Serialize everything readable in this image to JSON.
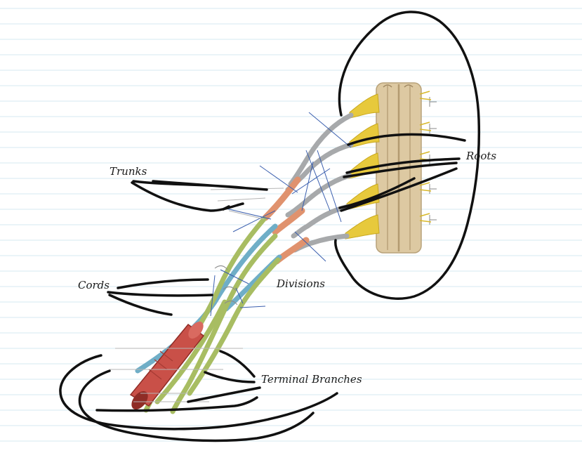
{
  "labels": {
    "roots": "Roots",
    "trunks": "Trunks",
    "divisions": "Divisions",
    "cords": "Cords",
    "terminal_branches": "Terminal Branches"
  },
  "colors": {
    "ruled_line": "#d6eaf2",
    "ink": "#111111",
    "spinal_cord": "#ddc9a2",
    "root_filaments": "#e7c93c",
    "roots": "#a7a9ab",
    "trunks": "#e0926e",
    "posterior_cord": "#6faec7",
    "lateral_medial_cord": "#a8bd62",
    "artery": "#c95048",
    "guide_lines": "#3b5fae"
  }
}
